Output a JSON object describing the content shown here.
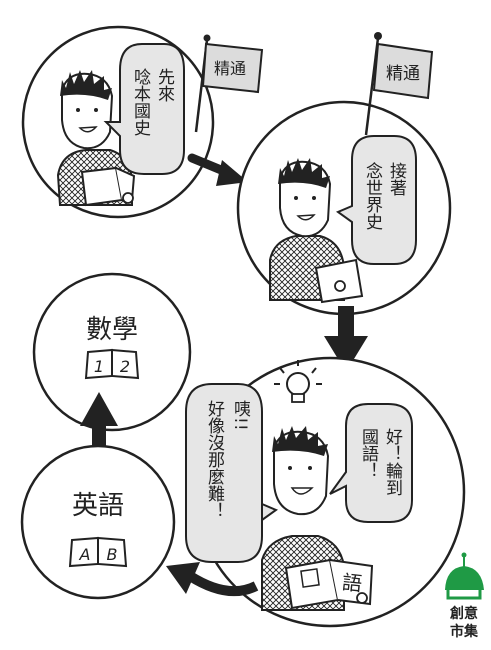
{
  "panels": {
    "step1": {
      "flag": "精通",
      "speech": [
        "先來",
        "唸本國史"
      ]
    },
    "step2": {
      "flag": "精通",
      "speech": [
        "接著",
        "念世界史"
      ]
    },
    "step3": {
      "speech": [
        "好！輪到",
        "國語！"
      ],
      "thought": [
        "咦!!",
        "好像沒那麼難！"
      ],
      "book_text": "語"
    },
    "step4": {
      "subject": "英語",
      "book_labels": [
        "A",
        "B"
      ]
    },
    "step5": {
      "subject": "數學",
      "book_labels": [
        "1",
        "2"
      ]
    }
  },
  "logo": {
    "line1": "創意",
    "line2": "市集"
  },
  "colors": {
    "ink": "#222222",
    "bubble": "#e6e6e6",
    "flag": "#dcdcdc",
    "logo_green": "#1f9a45"
  }
}
